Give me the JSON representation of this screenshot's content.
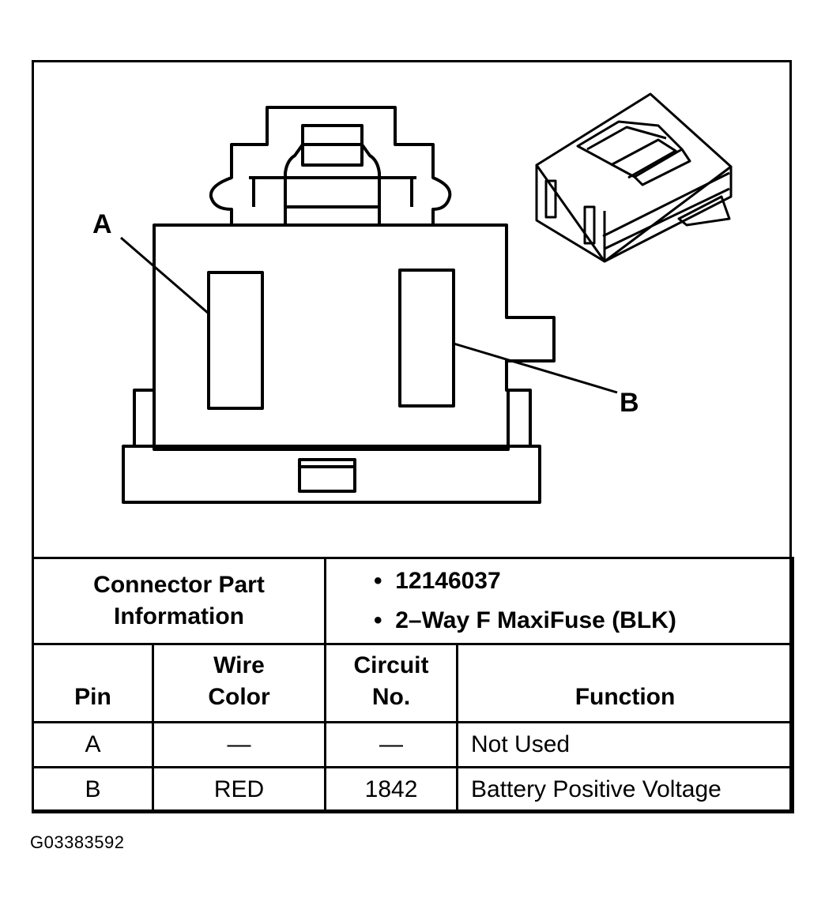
{
  "diagram": {
    "label_a": "A",
    "label_b": "B"
  },
  "info": {
    "label": "Connector Part Information",
    "items": [
      "12146037",
      "2–Way F MaxiFuse (BLK)"
    ]
  },
  "table": {
    "headers": {
      "pin": "Pin",
      "wire_color": "Wire Color",
      "circuit": "Circuit No.",
      "function": "Function"
    },
    "rows": [
      {
        "pin": "A",
        "wire_color": "—",
        "circuit": "—",
        "function": "Not Used"
      },
      {
        "pin": "B",
        "wire_color": "RED",
        "circuit": "1842",
        "function": "Battery Positive Voltage"
      }
    ]
  },
  "figure_id": "G03383592"
}
